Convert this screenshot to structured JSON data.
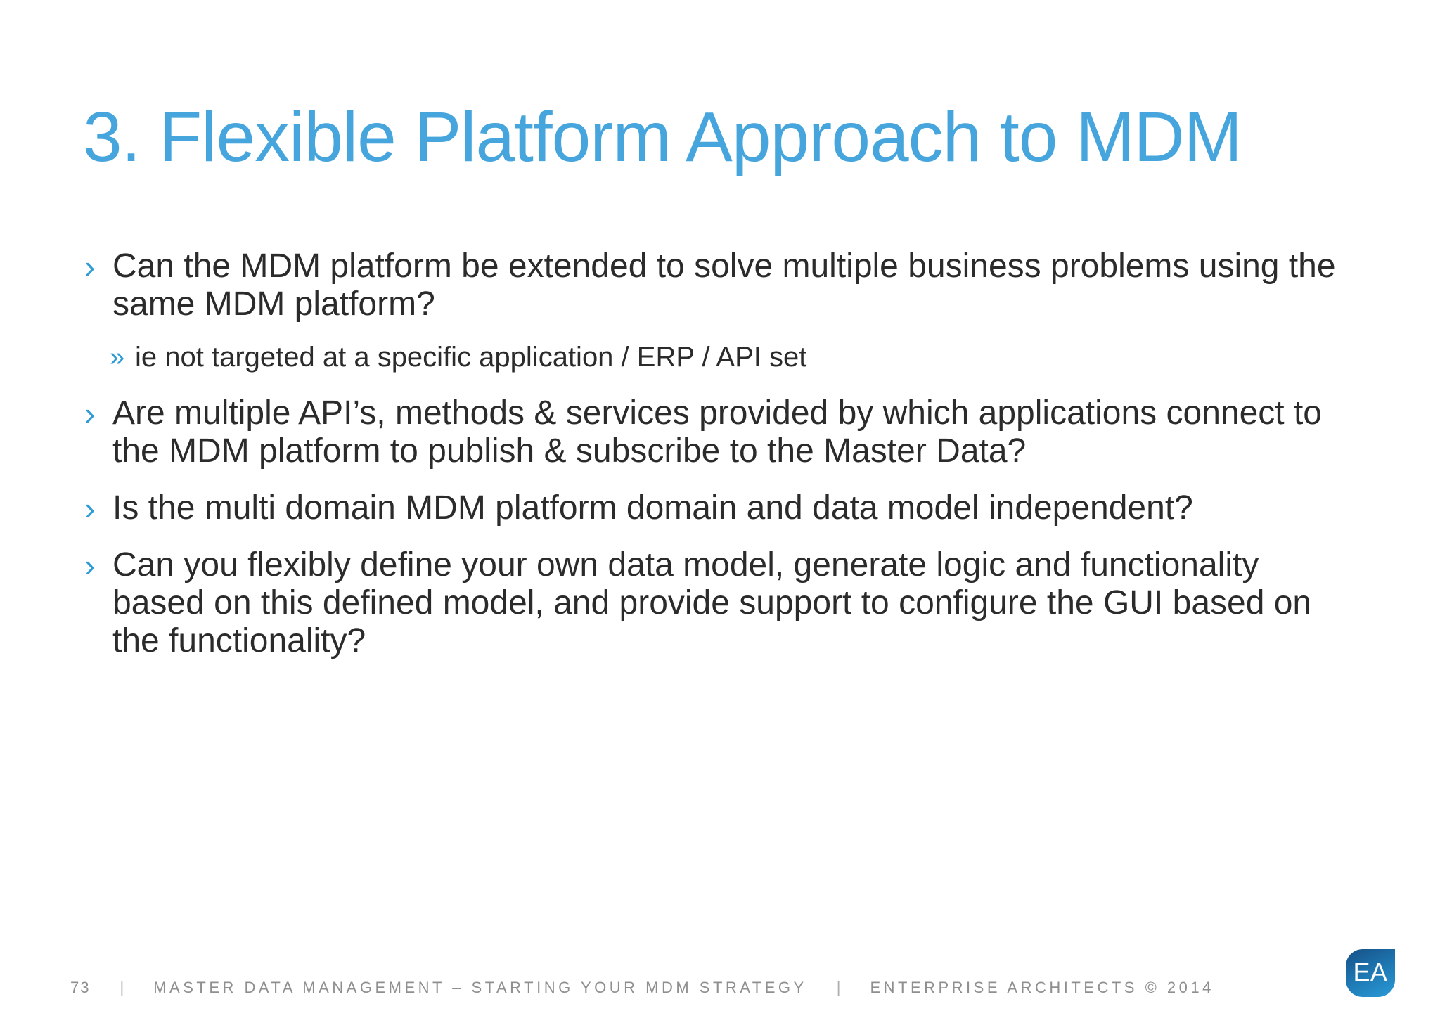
{
  "slide": {
    "title": "3. Flexible Platform Approach to MDM",
    "bullets": [
      {
        "marker": "›",
        "level": 1,
        "text": "Can the MDM platform be extended to solve multiple business problems using the same MDM platform?"
      },
      {
        "marker": "»",
        "level": 2,
        "text": "ie not targeted at a specific application / ERP / API set"
      },
      {
        "marker": "›",
        "level": 1,
        "text": "Are multiple API’s, methods & services provided by which applications connect to the MDM platform to publish & subscribe to the Master Data?"
      },
      {
        "marker": "›",
        "level": 1,
        "text": "Is the multi domain MDM platform domain and data model independent?"
      },
      {
        "marker": "›",
        "level": 1,
        "text": "Can you flexibly define your own data model, generate logic and functionality based on this defined model, and provide support to configure the GUI based on the functionality?"
      }
    ]
  },
  "footer": {
    "page_number": "73",
    "divider": "|",
    "deck_title": "MASTER DATA MANAGEMENT – STARTING YOUR MDM STRATEGY",
    "copyright": "ENTERPRISE ARCHITECTS © 2014"
  },
  "logo": {
    "text": "EA"
  },
  "colors": {
    "title_blue": "#45a5dc",
    "bullet_marker_blue": "#2f9cd6",
    "body_text": "#2b2b2b",
    "footer_gray": "#8f8f8f",
    "logo_gradient_start": "#174f86",
    "logo_gradient_end": "#2a9ad6"
  }
}
